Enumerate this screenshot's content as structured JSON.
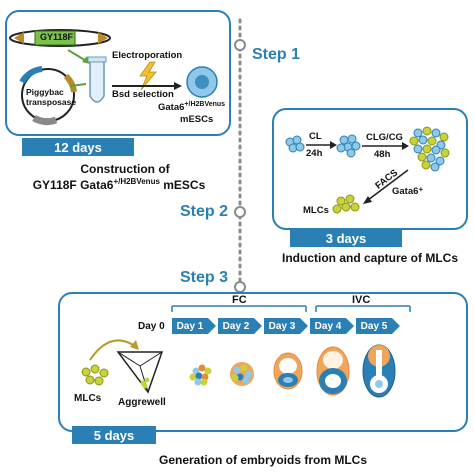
{
  "colors": {
    "accent": "#2a7fb5",
    "dots": "#8a8a8a",
    "cell_yellow": "#c8d23a",
    "cell_blue": "#8fc8e8",
    "orange": "#e8893a"
  },
  "steps": {
    "step1": "Step 1",
    "step2": "Step 2",
    "step3": "Step 3"
  },
  "panel1": {
    "plasmid_gene": "GY118F",
    "plasmid_transposase": "Piggybac\ntransposase",
    "electroporation": "Electroporation",
    "selection": "Bsd selection",
    "cell_line": "Gata6",
    "cell_line_sup": "+/H2BVenus",
    "cell_line_2": "mESCs",
    "duration": "12 days",
    "caption_line1": "Construction of",
    "caption_line2_pre": "GY118F Gata6",
    "caption_line2_sup": "+/H2BVenus",
    "caption_line2_post": " mESCs"
  },
  "panel2": {
    "cl": "CL",
    "cl_time": "24h",
    "clg": "CLG/CG",
    "clg_time": "48h",
    "facs": "FACS",
    "facs_target": "Gata6⁺",
    "mlcs": "MLCs",
    "duration": "3 days",
    "caption": "Induction and capture of MLCs"
  },
  "panel3": {
    "day0": "Day 0",
    "phase_fc": "FC",
    "phase_ivc": "IVC",
    "days": [
      "Day 1",
      "Day 2",
      "Day 3",
      "Day 4",
      "Day 5"
    ],
    "mlcs": "MLCs",
    "aggrewell": "Aggrewell",
    "duration": "5 days",
    "caption": "Generation of embryoids from MLCs"
  }
}
